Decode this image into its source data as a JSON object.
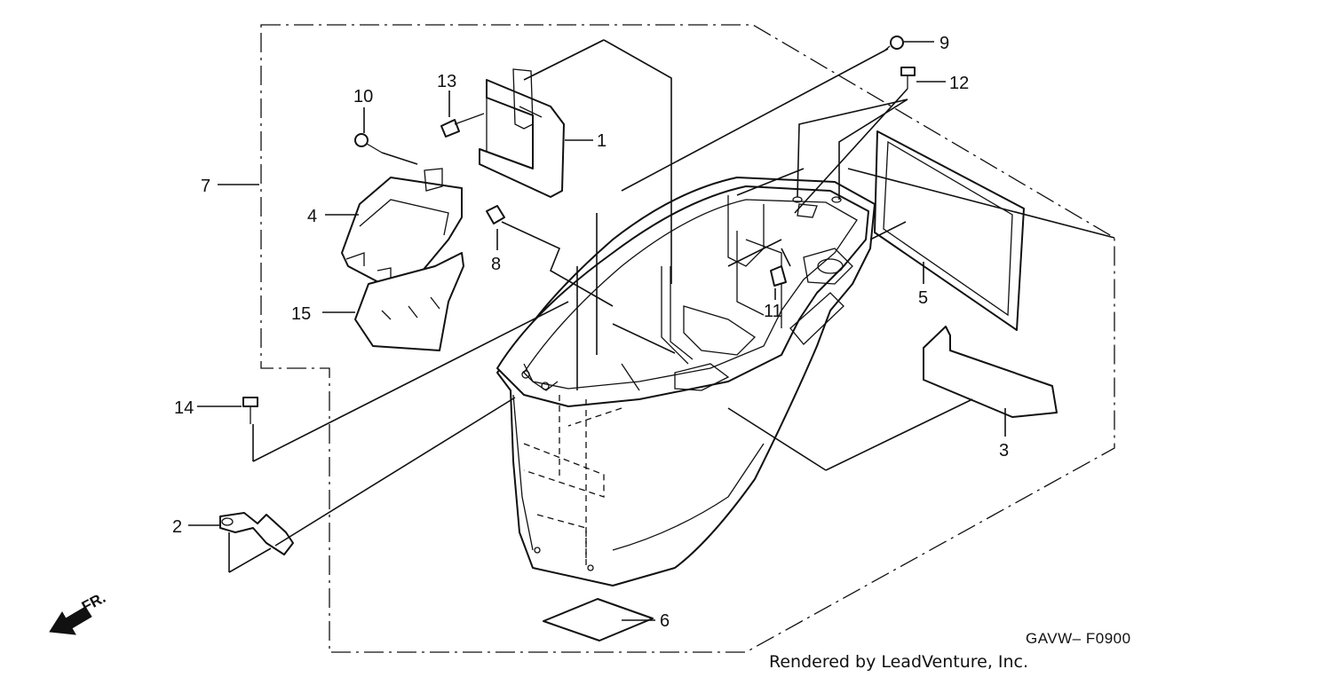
{
  "callouts": {
    "n1": "1",
    "n2": "2",
    "n3": "3",
    "n4": "4",
    "n5": "5",
    "n6": "6",
    "n7": "7",
    "n8": "8",
    "n9": "9",
    "n10": "10",
    "n11": "11",
    "n12": "12",
    "n13": "13",
    "n14": "14",
    "n15": "15"
  },
  "diagram_code": "GAVW– F0900",
  "credit": "Rendered by LeadVenture, Inc.",
  "direction_label": "FR."
}
